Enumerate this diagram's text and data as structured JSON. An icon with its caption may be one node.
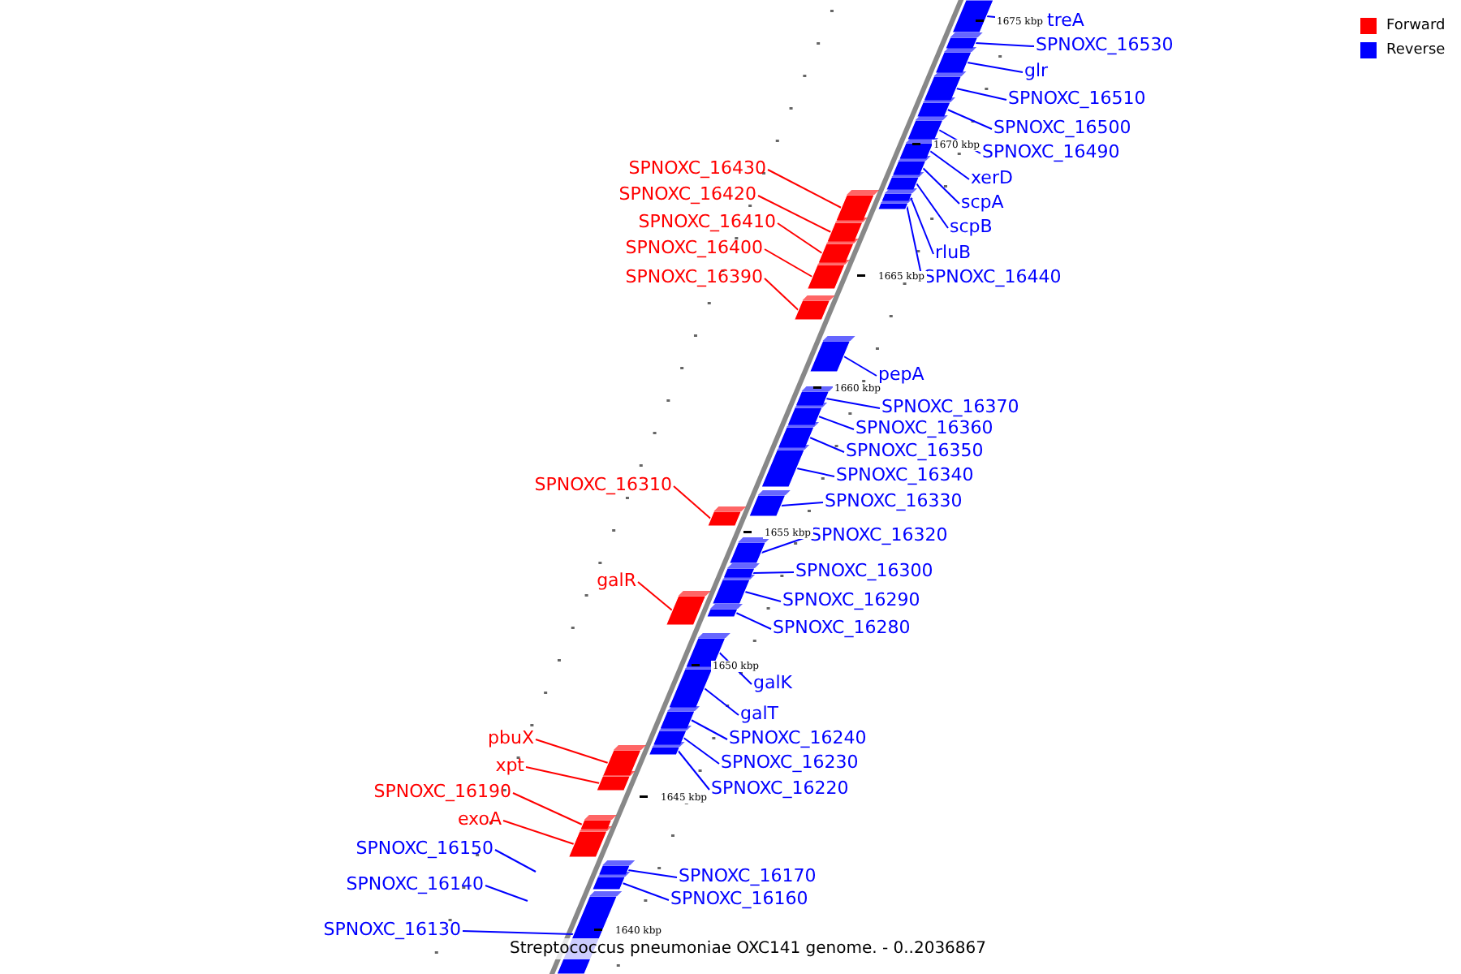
{
  "diagram": {
    "caption": "Streptococcus pneumoniae OXC141 genome. - 0..2036867",
    "nodes": [
      {
        "text": [
          "treA"
        ]
      },
      {
        "text": [],
        "shape": "box"
      },
      {
        "text": [
          "SPNOXC_16530"
        ]
      },
      {
        "text": [],
        "shape": "box"
      },
      {
        "text": [
          "glr"
        ]
      },
      {
        "text": [],
        "shape": "box"
      },
      {
        "text": [
          "SPNOXC_16510"
        ]
      },
      {
        "text": [],
        "shape": "box"
      },
      {
        "text": [
          "SPNOXC_16500"
        ]
      },
      {
        "text": [],
        "shape": "box"
      },
      {
        "text": [
          "SPNOXC_16490"
        ]
      },
      {
        "text": [],
        "shape": "box"
      },
      {
        "text": [
          "xerD"
        ]
      },
      {
        "text": [],
        "shape": "box"
      },
      {
        "text": [
          "scpA"
        ]
      },
      {
        "text": [],
        "shape": "box"
      },
      {
        "text": [
          "scpB"
        ]
      },
      {
        "text": [],
        "shape": "box"
      },
      {
        "text": [
          "rluB"
        ]
      },
      {
        "text": [],
        "shape": "box"
      },
      {
        "text": [
          "SPNOXC_16440"
        ]
      },
      {
        "text": [],
        "shape": "box"
      },
      {
        "text": [
          "SPNOXC_16430"
        ]
      },
      {
        "text": [],
        "shape": "box"
      },
      {
        "text": [
          "SPNOXC_16420"
        ]
      },
      {
        "text": [],
        "shape": "box"
      },
      {
        "text": [
          "SPNOXC_16410"
        ]
      },
      {
        "text": [],
        "shape": "box"
      },
      {
        "text": [
          "SPNOXC_16400"
        ]
      },
      {
        "text": [],
        "shape": "box"
      },
      {
        "text": [
          "SPNOXC_16390"
        ]
      },
      {
        "text": [],
        "shape": "box"
      },
      {
        "text": [
          "pepA"
        ]
      },
      {
        "text": [],
        "shape": "box"
      },
      {
        "text": [
          "SPNOXC_16370"
        ]
      },
      {
        "text": [],
        "shape": "box"
      },
      {
        "text": [
          "SPNOXC_16360"
        ]
      },
      {
        "text": [],
        "shape": "box"
      },
      {
        "text": [
          "SPNOXC_16350"
        ]
      },
      {
        "text": [],
        "shape": "box"
      },
      {
        "text": [
          "SPNOXC_16340"
        ]
      },
      {
        "text": [],
        "shape": "box"
      },
      {
        "text": [
          "SPNOXC_16330"
        ]
      },
      {
        "text": [],
        "shape": "box"
      },
      {
        "text": [
          "SPNOXC_16310"
        ]
      },
      {
        "text": [],
        "shape": "box"
      },
      {
        "text": [
          "SPNOXC_16320"
        ]
      },
      {
        "text": [],
        "shape": "box"
      },
      {
        "text": [
          "SPNOXC_16300"
        ]
      },
      {
        "text": [],
        "shape": "box"
      },
      {
        "text": [
          "galR"
        ]
      },
      {
        "text": [],
        "shape": "box"
      },
      {
        "text": [
          "SPNOXC_16290"
        ]
      },
      {
        "text": [],
        "shape": "box"
      },
      {
        "text": [
          "SPNOXC_16280"
        ]
      },
      {
        "text": [],
        "shape": "box"
      },
      {
        "text": [
          "galK"
        ]
      },
      {
        "text": [],
        "shape": "box"
      },
      {
        "text": [
          "galT"
        ]
      },
      {
        "text": [],
        "shape": "box"
      },
      {
        "text": [
          "pbuX"
        ]
      },
      {
        "text": [],
        "shape": "box"
      },
      {
        "text": [
          "SPNOXC_16240"
        ]
      },
      {
        "text": [],
        "shape": "box"
      },
      {
        "text": [
          "SPNOXC_16230"
        ]
      },
      {
        "text": [],
        "shape": "box"
      },
      {
        "text": [
          "xpt"
        ]
      },
      {
        "text": [],
        "shape": "box"
      },
      {
        "text": [
          "SPNOXC_16220"
        ]
      },
      {
        "text": [],
        "shape": "box"
      },
      {
        "text": [
          "SPNOXC_16190"
        ]
      },
      {
        "text": [],
        "shape": "box"
      },
      {
        "text": [
          "exoA"
        ]
      },
      {
        "text": [],
        "shape": "box"
      },
      {
        "text": [
          "SPNOXC_16150"
        ]
      },
      {
        "text": [
          "SPNOXC_16170"
        ]
      },
      {
        "text": [],
        "shape": "box"
      },
      {
        "text": [
          "SPNOXC_16140"
        ]
      },
      {
        "text": [
          "SPNOXC_16160"
        ]
      },
      {
        "text": [],
        "shape": "box"
      },
      {
        "text": [
          "SPNOXC_16130"
        ]
      },
      {
        "text": [],
        "shape": "box"
      }
    ],
    "edges": [
      {
        "from": 0,
        "to": 1,
        "arrow": "none"
      },
      {
        "from": 2,
        "to": 3,
        "arrow": "none"
      },
      {
        "from": 4,
        "to": 5,
        "arrow": "none"
      },
      {
        "from": 6,
        "to": 7,
        "arrow": "none"
      },
      {
        "from": 8,
        "to": 9,
        "arrow": "none"
      },
      {
        "from": 10,
        "to": 11,
        "arrow": "none"
      },
      {
        "from": 12,
        "to": 13,
        "arrow": "none"
      },
      {
        "from": 14,
        "to": 15,
        "arrow": "none"
      },
      {
        "from": 16,
        "to": 17,
        "arrow": "none"
      },
      {
        "from": 18,
        "to": 19,
        "arrow": "none"
      },
      {
        "from": 20,
        "to": 21,
        "arrow": "none"
      },
      {
        "from": 22,
        "to": 23,
        "arrow": "none",
        "color": "#ff0000"
      },
      {
        "from": 24,
        "to": 25,
        "arrow": "none",
        "color": "#ff0000"
      },
      {
        "from": 26,
        "to": 27,
        "arrow": "none",
        "color": "#ff0000"
      },
      {
        "from": 28,
        "to": 29,
        "arrow": "none",
        "color": "#ff0000"
      },
      {
        "from": 30,
        "to": 31,
        "arrow": "none",
        "color": "#ff0000"
      },
      {
        "from": 32,
        "to": 33,
        "arrow": "none"
      },
      {
        "from": 34,
        "to": 35,
        "arrow": "none"
      },
      {
        "from": 36,
        "to": 37,
        "arrow": "none"
      },
      {
        "from": 38,
        "to": 39,
        "arrow": "none"
      },
      {
        "from": 40,
        "to": 41,
        "arrow": "none"
      },
      {
        "from": 42,
        "to": 43,
        "arrow": "none"
      },
      {
        "from": 44,
        "to": 45,
        "arrow": "none",
        "color": "#ff0000"
      },
      {
        "from": 46,
        "to": 47,
        "arrow": "none"
      },
      {
        "from": 48,
        "to": 49,
        "arrow": "none"
      },
      {
        "from": 50,
        "to": 51,
        "arrow": "none",
        "color": "#ff0000"
      },
      {
        "from": 52,
        "to": 53,
        "arrow": "none"
      },
      {
        "from": 54,
        "to": 55,
        "arrow": "none"
      },
      {
        "from": 56,
        "to": 57,
        "arrow": "none"
      },
      {
        "from": 58,
        "to": 59,
        "arrow": "none"
      },
      {
        "from": 60,
        "to": 61,
        "arrow": "none",
        "color": "#ff0000"
      },
      {
        "from": 62,
        "to": 63,
        "arrow": "none"
      },
      {
        "from": 64,
        "to": 65,
        "arrow": "none"
      },
      {
        "from": 66,
        "to": 67,
        "arrow": "none",
        "color": "#ff0000"
      },
      {
        "from": 68,
        "to": 69,
        "arrow": "none"
      },
      {
        "from": 70,
        "to": 71,
        "arrow": "none",
        "color": "#ff0000"
      },
      {
        "from": 72,
        "to": 73,
        "arrow": "none",
        "color": "#ff0000"
      },
      {
        "from": 74,
        "to": null,
        "arrow": "none"
      },
      {
        "from": 75,
        "to": 76,
        "arrow": "none"
      },
      {
        "from": 77,
        "to": null,
        "arrow": "none"
      },
      {
        "from": 78,
        "to": 79,
        "arrow": "none"
      },
      {
        "from": 80,
        "to": 81,
        "arrow": "none"
      }
    ],
    "labels": [
      "1675 kbp",
      "1670 kbp",
      "1665 kbp",
      "1660 kbp",
      "1655 kbp",
      "1650 kbp",
      "1645 kbp",
      "1640 kbp"
    ],
    "legend": [
      {
        "text": "Forward",
        "color": "#ff0000"
      },
      {
        "text": "Reverse",
        "color": "#0000ff"
      }
    ]
  }
}
